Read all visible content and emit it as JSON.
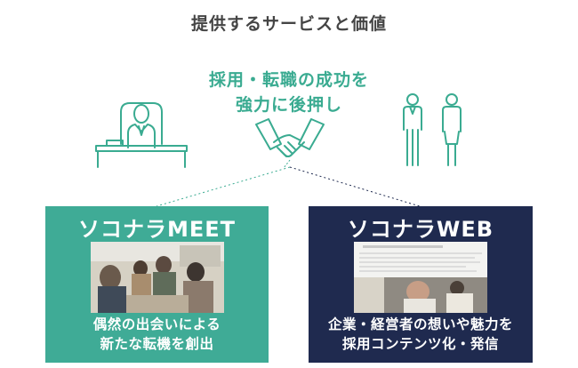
{
  "page": {
    "title": "提供するサービスと価値",
    "headline": [
      "採用・転職の成功を",
      "強力に後押し"
    ]
  },
  "colors": {
    "accent": "#3aab91",
    "meet_bg": "#3fab96",
    "web_bg": "#1f2a4f",
    "title": "#444444"
  },
  "icons": {
    "employer": "executive-at-desk-icon",
    "handshake": "handshake-icon",
    "candidates": "job-seekers-icon"
  },
  "services": [
    {
      "title": "ソコナラMEET",
      "description": [
        "偶然の出会いによる",
        "新たな転機を創出"
      ]
    },
    {
      "title": "ソコナラWEB",
      "description": [
        "企業・経営者の想いや魅力を",
        "採用コンテンツ化・発信"
      ]
    }
  ]
}
